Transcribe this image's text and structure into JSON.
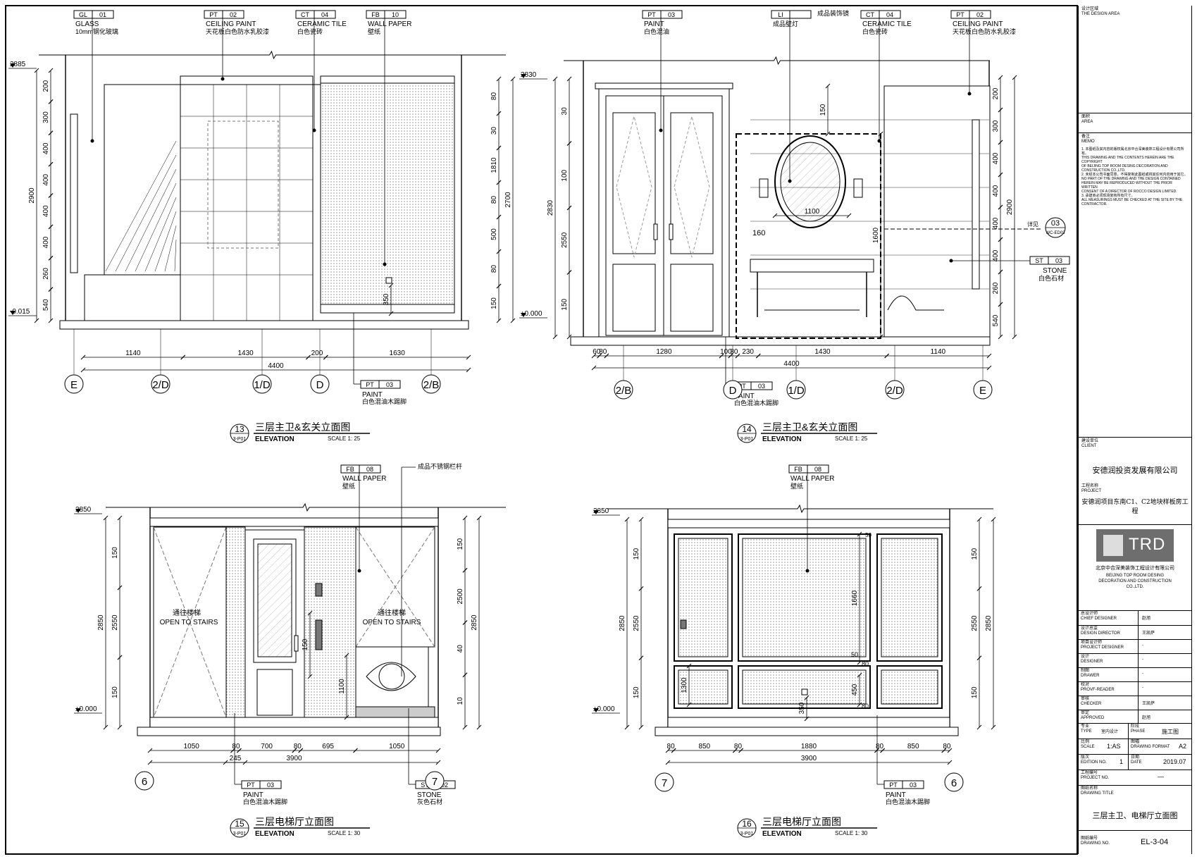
{
  "sheet_number": "EL-3-04",
  "views": [
    {
      "id": "13",
      "sheet_ref": "3-P01",
      "title": "三层主卫&玄关立面图",
      "subtitle": "ELEVATION",
      "scale": "SCALE 1: 25",
      "tags": [
        {
          "code": "GL",
          "num": "01",
          "en": "GLASS",
          "cn": "10mm钢化玻璃"
        },
        {
          "code": "PT",
          "num": "02",
          "en": "CEILING PAINT",
          "cn": "天花板白色防水乳胶漆"
        },
        {
          "code": "CT",
          "num": "04",
          "en": "CERAMIC TILE",
          "cn": "白色瓷砖"
        },
        {
          "code": "FB",
          "num": "10",
          "en": "WALL PAPER",
          "cn": "壁纸"
        },
        {
          "code": "PT",
          "num": "03",
          "en": "PAINT",
          "cn": "白色混油木踢脚"
        }
      ],
      "levels": [
        "2885",
        "-0.015"
      ],
      "dims_left": [
        "200",
        "300",
        "400",
        "400",
        "400",
        "400",
        "260",
        "540"
      ],
      "dim_overall_left": "2900",
      "dims_right": [
        "80",
        "30",
        "1810",
        "80",
        "500",
        "80",
        "150"
      ],
      "dim_overall_right": "2700",
      "dim_local": "350",
      "dims_bottom": [
        "1140",
        "1430",
        "200",
        "1630"
      ],
      "dim_total": "4400",
      "grids": [
        "E",
        "2/D",
        "1/D",
        "D",
        "2/B"
      ]
    },
    {
      "id": "14",
      "sheet_ref": "3-P01",
      "title": "三层主卫&玄关立面图",
      "subtitle": "ELEVATION",
      "scale": "SCALE 1: 25",
      "tags": [
        {
          "code": "PT",
          "num": "03",
          "en": "PAINT",
          "cn": "白色混油"
        },
        {
          "code": "LI",
          "num": "",
          "en": "",
          "cn": "成品壁灯"
        },
        {
          "code": "CT",
          "num": "04",
          "en": "CERAMIC TILE",
          "cn": "白色瓷砖"
        },
        {
          "code": "PT",
          "num": "02",
          "en": "CEILING PAINT",
          "cn": "天花板白色防水乳胶漆"
        },
        {
          "code": "ST",
          "num": "03",
          "en": "STONE",
          "cn": "白色石材"
        },
        {
          "code": "PT",
          "num": "03",
          "en": "PAINT",
          "cn": "白色混油木踢脚"
        }
      ],
      "note_mirror": "成品装饰镜",
      "detail_ref": {
        "label": "详见",
        "num": "03",
        "sheet": "WC-ED03"
      },
      "levels": [
        "2830",
        "±0.000"
      ],
      "dims_left": [
        "30",
        "100",
        "2550",
        "150"
      ],
      "dim_overall_left": "2830",
      "dims_right": [
        "200",
        "300",
        "400",
        "400",
        "400",
        "400",
        "260",
        "540"
      ],
      "dim_overall_right": "2900",
      "dims_inner": [
        "150",
        "1100",
        "160",
        "1600"
      ],
      "dims_bottom": [
        "60",
        "80",
        "1280",
        "100",
        "80",
        "230",
        "1430",
        "1140"
      ],
      "dim_total": "4400",
      "grids": [
        "2/B",
        "D",
        "1/D",
        "2/D",
        "E"
      ]
    },
    {
      "id": "15",
      "sheet_ref": "3-P01",
      "title": "三层电梯厅立面图",
      "subtitle": "ELEVATION",
      "scale": "SCALE 1: 30",
      "tags": [
        {
          "code": "FB",
          "num": "08",
          "en": "WALL PAPER",
          "cn": "壁纸"
        },
        {
          "code": "PT",
          "num": "03",
          "en": "PAINT",
          "cn": "白色混油木踢脚"
        },
        {
          "code": "ST",
          "num": "02",
          "en": "STONE",
          "cn": "灰色石材"
        }
      ],
      "note_rail": "成品不锈钢栏杆",
      "stairs_cn": "通往楼梯",
      "stairs_en": "OPEN TO STAIRS",
      "levels": [
        "2850",
        "±0.000"
      ],
      "dims_left": [
        "150",
        "2550",
        "150"
      ],
      "dim_overall_left": "2850",
      "dims_right": [
        "150",
        "2500",
        "40",
        "10"
      ],
      "dim_overall_right": "2850",
      "dims_inner": [
        "150",
        "1100",
        "150"
      ],
      "dims_bottom": [
        "1050",
        "80",
        "700",
        "80",
        "695",
        "1050"
      ],
      "dim_sub": "245",
      "dim_total": "3900",
      "grids": [
        "6",
        "7"
      ]
    },
    {
      "id": "16",
      "sheet_ref": "3-P01",
      "title": "三层电梯厅立面图",
      "subtitle": "ELEVATION",
      "scale": "SCALE 1: 30",
      "tags": [
        {
          "code": "FB",
          "num": "08",
          "en": "WALL PAPER",
          "cn": "壁纸"
        },
        {
          "code": "PT",
          "num": "03",
          "en": "PAINT",
          "cn": "白色混油木踢脚"
        }
      ],
      "levels": [
        "2850",
        "±0.000"
      ],
      "dims_left": [
        "150",
        "2550",
        "150"
      ],
      "dim_overall_left": "2850",
      "dims_right": [
        "150",
        "2550",
        "150"
      ],
      "dim_overall_right": "2850",
      "dims_inner": [
        "50",
        "1660",
        "80",
        "50",
        "450",
        "80",
        "1300",
        "350"
      ],
      "dims_bottom": [
        "80",
        "850",
        "80",
        "1880",
        "80",
        "850",
        "80"
      ],
      "dim_total": "3900",
      "grids": [
        "7",
        "6"
      ]
    }
  ],
  "title_block": {
    "design_area_cn": "设计区域",
    "design_area_en": "THE DESIGN AREA",
    "area_cn": "面积",
    "area_en": "AREA",
    "memo_cn": "备注",
    "memo_en": "MEMO",
    "memo_lines": [
      "1. 本图纸及其内容的版权属北京中合深美装饰工程设计有限公司所有。",
      "THIS DRAWING AND THE CONTENTS HEREIN ARE THE COPYRIGHT",
      "OF BEIJING TOP ROOM DESING DECORATION AND CONSTRUCTION CO.,LTD.",
      "2. 未经本公司书面同意，不得复制此图纸或将其任何内容用于其它。",
      "NO PART OF THE DRAWING AND THE DESIGN CONTAINED",
      "HEREIN MAY BE REPRODUCED WITHOUT THE PRIOR WRITTEN",
      "CONSENT OF A DIRECTOR OF ROCCO DESIGN LIMITED.",
      "3. 承建商必须现场复核所有尺寸。",
      "ALL MEASURINGS MUST BE CHECKED AT THE SITE BY THE CONTRACTOR."
    ],
    "client_cn": "建设单位",
    "client_en": "CLIENT",
    "client": "安德润投资发展有限公司",
    "project_cn": "工程名称",
    "project_en": "PROJECT",
    "project": "安德润项目东南C1、C2地块样板房工程",
    "logo_text": "TRD",
    "company_cn": "北京中合深美装饰工程设计有限公司",
    "company_en": [
      "BEIJING TOP ROOM DESING",
      "DECORATION AND CONSTRUCTION",
      "CO.,LTD."
    ],
    "roles": [
      {
        "cn": "总设计师",
        "en": "CHIEF DESIGNER",
        "name": "赵旭"
      },
      {
        "cn": "设计总监",
        "en": "DESIGN DIRECTOR",
        "name": "王凯萨"
      },
      {
        "cn": "项目设计师",
        "en": "PROJECT DESIGNER",
        "name": "-"
      },
      {
        "cn": "设计",
        "en": "DESIGNER",
        "name": "-"
      },
      {
        "cn": "制图",
        "en": "DRAWER",
        "name": "-"
      },
      {
        "cn": "校对",
        "en": "PROVF-READER",
        "name": "-"
      },
      {
        "cn": "审核",
        "en": "CHECKER",
        "name": "王凯萨"
      },
      {
        "cn": "审定",
        "en": "APPROVED",
        "name": "赵旭"
      }
    ],
    "type_cn": "专业",
    "type_en": "TYPE",
    "type_val": "室内设计",
    "phase_cn": "阶段",
    "phase_en": "PHASE",
    "phase_val": "施工图",
    "scale_cn": "比例",
    "scale_en": "SCALE",
    "scale_val": "1:AS",
    "format_cn": "图幅",
    "format_en": "DRAWING FORMAT",
    "format_val": "A2",
    "edition_cn": "版次",
    "edition_en": "EDITION NO.",
    "edition_val": "1",
    "date_cn": "日期",
    "date_en": "DATE",
    "date_val": "2019.07",
    "projno_cn": "工程编号",
    "projno_en": "PROJECT NO.",
    "projno_val": "—",
    "dtitle_cn": "图纸名称",
    "dtitle_en": "DRAWING TITLE",
    "dtitle_val": "三层主卫、电梯厅立面图",
    "dno_cn": "图纸编号",
    "dno_en": "DRAWING NO.",
    "dno_val": "EL-3-04"
  }
}
